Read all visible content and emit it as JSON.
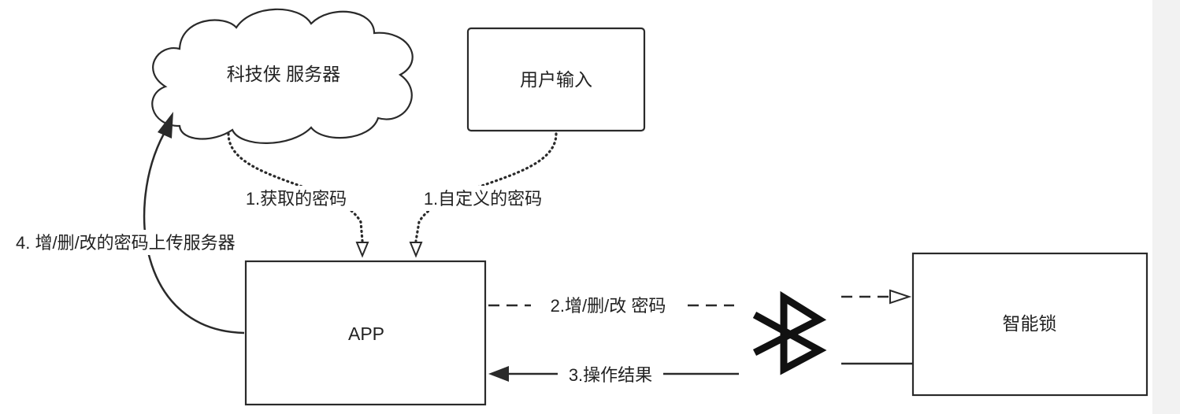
{
  "nodes": {
    "server": {
      "label": "科技侠 服务器"
    },
    "user_input": {
      "label": "用户输入"
    },
    "app": {
      "label": "APP"
    },
    "smart_lock": {
      "label": "智能锁"
    }
  },
  "edges": {
    "server_to_app": {
      "label": "1.获取的密码"
    },
    "input_to_app": {
      "label": "1.自定义的密码"
    },
    "app_to_lock": {
      "label": "2.增/删/改 密码"
    },
    "lock_to_app": {
      "label": "3.操作结果"
    },
    "app_to_server": {
      "label": "4. 增/删/改的密码上传服务器"
    }
  },
  "icons": {
    "bluetooth": "bluetooth-icon"
  },
  "colors": {
    "stroke": "#2a2a2a",
    "background": "#ffffff",
    "right_strip": "#f2f2f2"
  }
}
